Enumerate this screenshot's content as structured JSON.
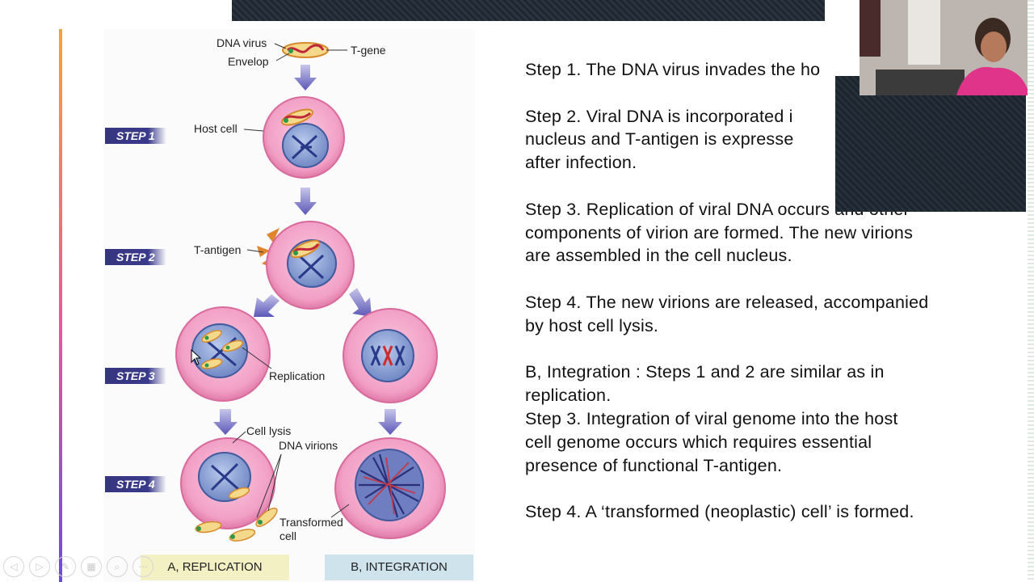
{
  "figure": {
    "labels": {
      "dna_virus": "DNA virus",
      "envelop": "Envelop",
      "t_gene": "T-gene",
      "host_cell": "Host cell",
      "t_antigen": "T-antigen",
      "replication": "Replication",
      "cell_lysis": "Cell lysis",
      "dna_virions": "DNA virions",
      "transformed_cell_1": "Transformed",
      "transformed_cell_2": "cell"
    },
    "steps": [
      "STEP 1",
      "STEP 2",
      "STEP 3",
      "STEP 4"
    ],
    "captions": {
      "replication": "A, REPLICATION",
      "integration": "B, INTEGRATION"
    },
    "colors": {
      "cell": "#f2a0c6",
      "nucleus": "#8fa6d8",
      "step_tag": "#35357f",
      "caption_a": "#f3f0c4",
      "caption_b": "#cfe3ec"
    }
  },
  "text": {
    "p1": "Step 1. The DNA virus invades the ho",
    "p2": "Step 2. Viral DNA is incorporated i\nnucleus and T-antigen is expresse\nafter infection.",
    "p3": "Step 3. Replication of viral DNA occurs and other\ncomponents of virion are formed. The new virions\nare assembled in the cell nucleus.",
    "p4": "Step 4. The new virions are released, accompanied\nby host cell lysis.",
    "p5": "B, Integration : Steps 1 and 2 are similar as in\nreplication.\nStep 3. Integration of viral genome into the host\ncell genome occurs which requires essential\npresence of functional T-antigen.",
    "p6": "Step 4. A ‘transformed (neoplastic) cell’ is formed."
  },
  "nav": {
    "prev": "◁",
    "next": "▷",
    "pen": "✎",
    "slides": "▦",
    "zoom": "⌕",
    "more": "⋯"
  }
}
